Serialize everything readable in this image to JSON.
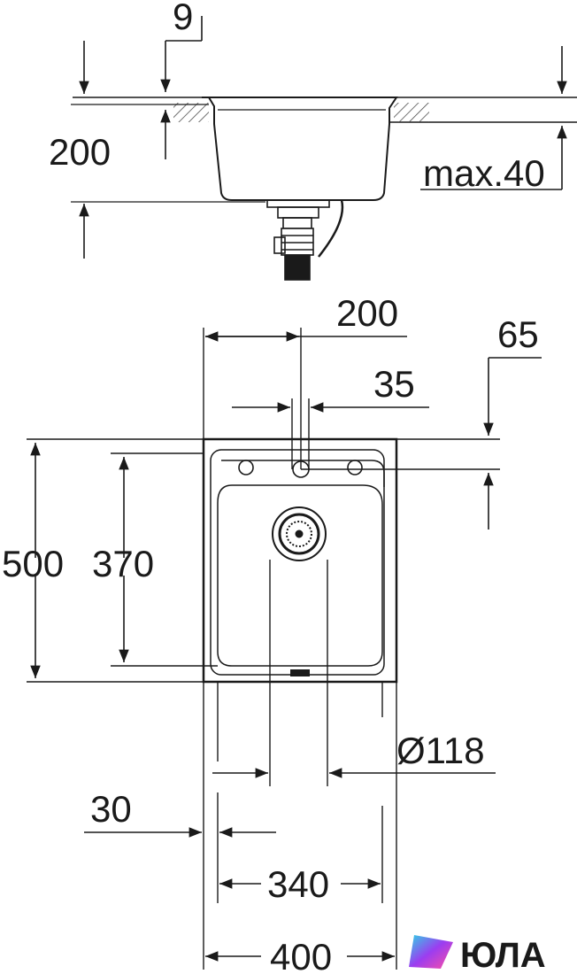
{
  "dimensions": {
    "side_flange_thickness": "9",
    "side_bowl_depth": "200",
    "side_countertop_max": "max.40",
    "top_tap_offset": "200",
    "top_tap_hole_margin": "65",
    "top_tap_hole_diameter": "35",
    "top_total_depth": "500",
    "top_bowl_depth": "370",
    "top_drain_diameter": "Ø118",
    "top_rim_width": "30",
    "top_bowl_width": "340",
    "top_total_width": "400"
  },
  "watermark": {
    "text": "ЮЛА"
  },
  "colors": {
    "line": "#1a1a1a",
    "hatch": "#444444",
    "logo_a": "#2fd3e6",
    "logo_b": "#9b3df0",
    "logo_c": "#ff4fa3"
  }
}
